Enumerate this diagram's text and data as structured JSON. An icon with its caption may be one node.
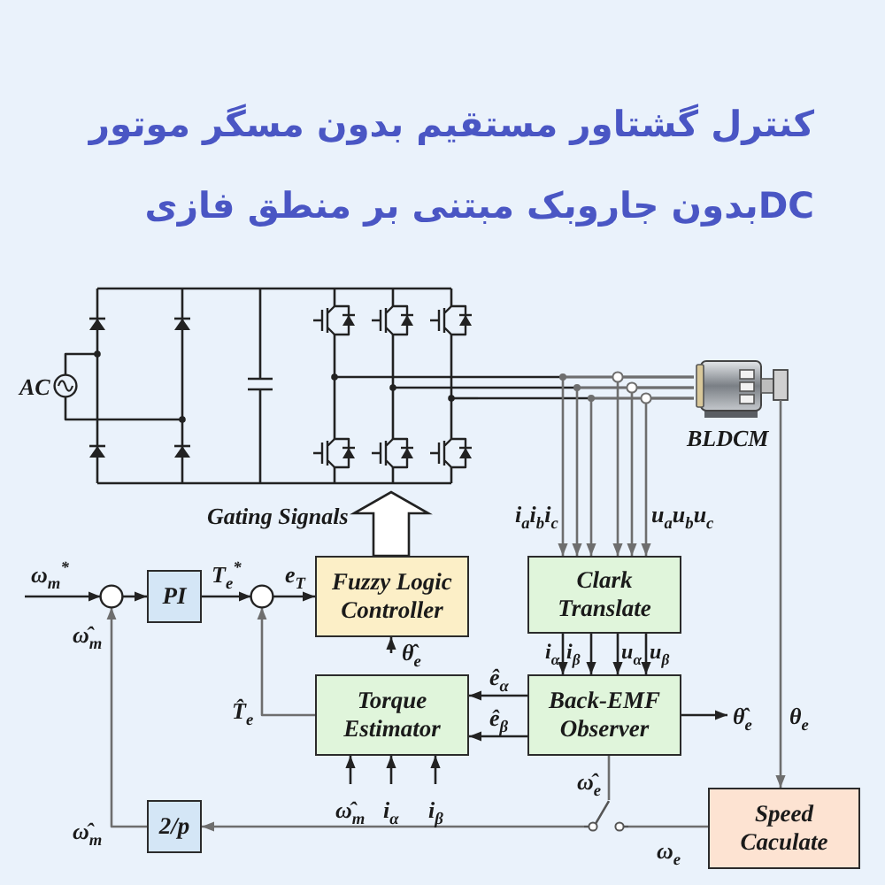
{
  "diagram": {
    "title": "کنترل گشتاور مستقیم بدون مسگر موتور DCبدون جاروبک مبتنی بر منطق فازی",
    "nodes": [
      {
        "text": [],
        "shape": "circle",
        "beside": [
          "AC"
        ]
      },
      {
        "text": [],
        "shape": "picture"
      },
      {
        "text": [],
        "shape": "picture"
      },
      {
        "text": [],
        "shape": "picture",
        "beside": [
          "BLDCM"
        ]
      },
      {
        "text": [],
        "shape": "circle"
      },
      {
        "text": [
          "PI"
        ]
      },
      {
        "text": [],
        "shape": "circle"
      },
      {
        "text": [
          "Fuzzy Logic Controller"
        ]
      },
      {
        "text": [
          "Clark Translate"
        ]
      },
      {
        "text": [
          "Torque Estimator"
        ]
      },
      {
        "text": [
          "Back-EMF Observer"
        ]
      },
      {
        "text": [
          "2/p"
        ]
      },
      {
        "text": [],
        "shape": "picture"
      },
      {
        "text": [
          "Speed Caculate"
        ]
      }
    ],
    "edges": [
      {
        "from": 0,
        "to": 1,
        "arrow": "none"
      },
      {
        "from": 1,
        "to": 2,
        "arrow": "none"
      },
      {
        "from": 2,
        "to": 3,
        "arrow": "none"
      },
      {
        "from": 3,
        "to": 8,
        "label": "i$_{a}$i$_{b}$i$_{c}$",
        "arrow": "to",
        "color": "#6e6e6e"
      },
      {
        "from": 3,
        "to": 8,
        "label": "u$_{a}$u$_{b}$u$_{c}$",
        "arrow": "to",
        "color": "#6e6e6e"
      },
      {
        "from": 3,
        "to": 13,
        "label": "θ$_{e}$",
        "arrow": "to",
        "color": "#6e6e6e"
      },
      {
        "from": null,
        "to": 4,
        "label": "ω$_{m}$$^{*}$",
        "arrow": "to"
      },
      {
        "from": 4,
        "to": 5,
        "arrow": "to"
      },
      {
        "from": 5,
        "to": 6,
        "label": "T$_{e}$$^{*}$",
        "arrow": "to"
      },
      {
        "from": 6,
        "to": 7,
        "label": "e$_{T}$",
        "arrow": "to"
      },
      {
        "from": 7,
        "to": 2,
        "label": "Gating Signals",
        "arrow": "to",
        "style": "thick"
      },
      {
        "from": null,
        "to": 7,
        "label": "θ̂$_{e}$",
        "arrow": "to"
      },
      {
        "from": 8,
        "to": 10,
        "label": "i$_{α}$",
        "arrow": "to"
      },
      {
        "from": 8,
        "to": 10,
        "label": "i$_{β}$",
        "arrow": "to"
      },
      {
        "from": 8,
        "to": 10,
        "label": "u$_{α}$",
        "arrow": "to"
      },
      {
        "from": 8,
        "to": 10,
        "label": "u$_{β}$",
        "arrow": "to"
      },
      {
        "from": 10,
        "to": 9,
        "label": "ê$_{α}$",
        "arrow": "to"
      },
      {
        "from": 10,
        "to": 9,
        "label": "ê$_{β}$",
        "arrow": "to"
      },
      {
        "from": 10,
        "to": null,
        "label": "θ̂$_{e}$",
        "arrow": "to"
      },
      {
        "from": 9,
        "to": 6,
        "label": "T̂$_{e}$",
        "arrow": "to",
        "color": "#6e6e6e"
      },
      {
        "from": null,
        "to": 9,
        "label": "ω̂$_{m}$",
        "arrow": "to"
      },
      {
        "from": null,
        "to": 9,
        "label": "i$_{α}$",
        "arrow": "to"
      },
      {
        "from": null,
        "to": 9,
        "label": "i$_{β}$",
        "arrow": "to"
      },
      {
        "from": 10,
        "to": 12,
        "label": "ω̂$_{e}$",
        "arrow": "none",
        "color": "#6e6e6e"
      },
      {
        "from": 13,
        "to": 12,
        "label": "ω$_{e}$",
        "arrow": "none",
        "color": "#6e6e6e"
      },
      {
        "from": 12,
        "to": 11,
        "arrow": "to",
        "color": "#6e6e6e"
      },
      {
        "from": 11,
        "to": 4,
        "label": "ω̂$_{m}$",
        "arrow": "to",
        "color": "#6e6e6e"
      }
    ],
    "labels": [
      "ω̂$_{m}$"
    ]
  }
}
